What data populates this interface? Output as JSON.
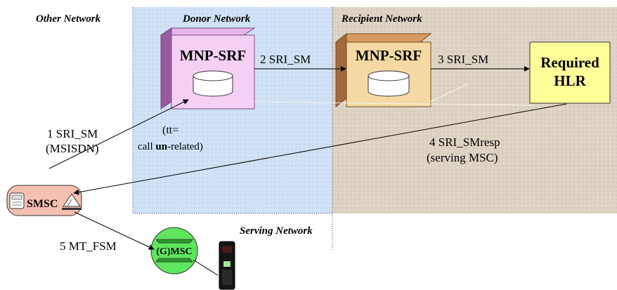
{
  "regions": {
    "other": "Other Network",
    "donor": "Donor Network",
    "recipient": "Recipient Network",
    "serving": "Serving Network"
  },
  "nodes": {
    "donor_srf": "MNP-SRF",
    "recipient_srf": "MNP-SRF",
    "hlr_line1": "Required",
    "hlr_line2": "HLR",
    "smsc": "SMSC",
    "gmsc": "(G)MSC"
  },
  "messages": {
    "m1_line1": "1 SRI_SM",
    "m1_line2": "(MSISDN)",
    "m2": "2 SRI_SM",
    "m3": "3 SRI_SM",
    "m4_line1": "4 SRI_SMresp",
    "m4_line2": "(serving MSC)",
    "m5": "5 MT_FSM"
  },
  "annotation": {
    "line1": "(tt=",
    "line2_a": "call ",
    "line2_b": "un",
    "line2_c": "-related)"
  },
  "colors": {
    "donor_bg": "#cfe1f5",
    "recipient_bg": "#ddd3c4",
    "donor_box_face": "#f5d0f5",
    "donor_box_side": "#9a5aa2",
    "recipient_box_face": "#f5d9a3",
    "recipient_box_side": "#a06a3a",
    "hlr_fill": "#ffff99",
    "smsc_fill": "#f4c0b2",
    "gmsc_fill": "#5ee65e"
  }
}
